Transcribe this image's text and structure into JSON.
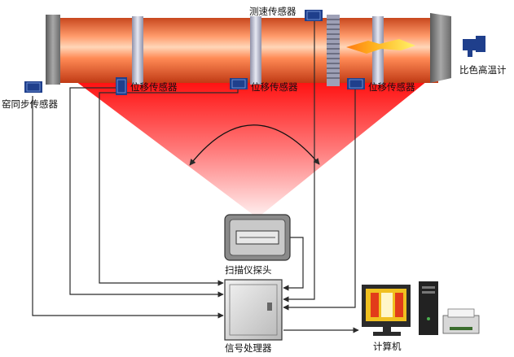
{
  "labels": {
    "speed_sensor": "测速传感器",
    "pyrometer": "比色高温计",
    "kiln_sync_sensor": "窑同步传感器",
    "displacement_sensor_1": "位移传感器",
    "displacement_sensor_2": "位移传感器",
    "displacement_sensor_3": "位移传感器",
    "scanner_probe": "扫描仪探头",
    "signal_processor": "信号处理器",
    "computer": "计算机"
  },
  "colors": {
    "kiln_orange": "#f0703a",
    "kiln_highlight": "#ffd2b0",
    "scan_red": "#ff1a1a",
    "sensor_blue": "#1f3f8c",
    "wire": "#2a2a2a"
  }
}
